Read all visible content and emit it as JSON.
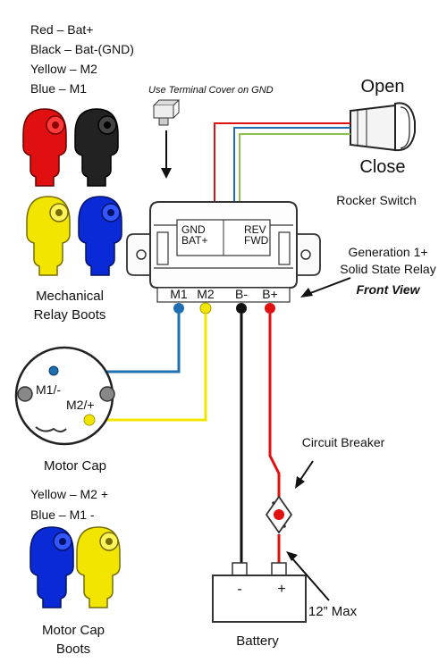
{
  "legend_top": {
    "red": "Red – Bat+",
    "black": "Black – Bat-(GND)",
    "yellow": "Yellow – M2",
    "blue": "Blue – M1"
  },
  "terminal_cover_note": "Use Terminal Cover on GND",
  "switch": {
    "open_label": "Open",
    "close_label": "Close",
    "name": "Rocker Switch"
  },
  "relay": {
    "gnd": "GND",
    "bat": "BAT+",
    "rev": "REV",
    "fwd": "FWD",
    "title_line1": "Generation 1+",
    "title_line2": "Solid State Relay",
    "view": "Front View",
    "terminals": [
      "M1",
      "M2",
      "B-",
      "B+"
    ]
  },
  "mechanical_boots": {
    "line1": "Mechanical",
    "line2": "Relay Boots"
  },
  "motor_cap": {
    "m1_label": "M1/-",
    "m2_label": "M2/+",
    "caption": "Motor Cap"
  },
  "legend_bottom": {
    "yellow": "Yellow – M2 +",
    "blue": "Blue – M1 -"
  },
  "motor_cap_boots": {
    "line1": "Motor Cap",
    "line2": "Boots"
  },
  "circuit_breaker": "Circuit Breaker",
  "battery": {
    "minus": "-",
    "plus": "+",
    "caption": "Battery"
  },
  "max_length": "12” Max",
  "colors": {
    "red": "#e01010",
    "black": "#111111",
    "yellow": "#f2e600",
    "blue": "#0a2ad8",
    "wire_blue": "#1f6fb0",
    "wire_green": "#8bc34a"
  }
}
